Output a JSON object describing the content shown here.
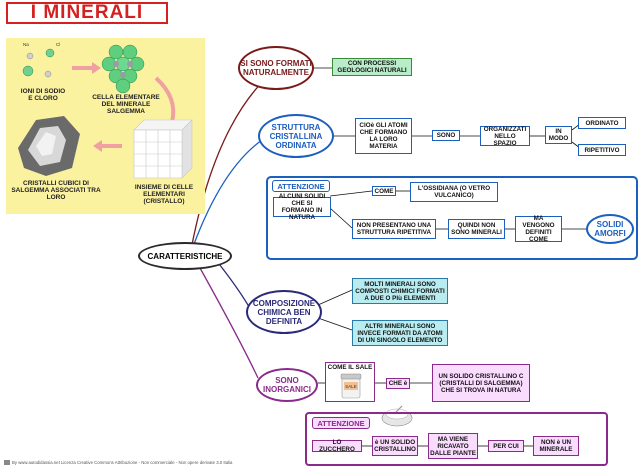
{
  "title": "I MINERALI",
  "illustration": {
    "caption_ions": "IONI DI SODIO E CLORO",
    "caption_cell": "CELLA ELEMENTARE DEL MINERALE SALGEMMA",
    "caption_set": "INSIEME DI CELLE ELEMENTARI (CRISTALLO)",
    "caption_crystals": "CRISTALLI CUBICI DI SALGEMMA ASSOCIATI TRA LORO",
    "ion_na": "Na",
    "ion_cl": "Cl"
  },
  "central": "CARATTERISTICHE",
  "branch1": {
    "label": "SI SONO FORMATI NATURALMENTE",
    "box": "CON PROCESSI GEOLOGICI NATURALI"
  },
  "branch2": {
    "label": "STRUTTURA CRISTALLINA ORDINATA",
    "box1": "CIOè GLI ATOMI CHE FORMANO LA LORO MATERIA",
    "box2": "SONO",
    "box3": "ORGANIZZATI NELLO SPAZIO",
    "box4": "IN MODO",
    "box5": "ORDINATO",
    "box6": "RIPETITIVO"
  },
  "attenzione1": {
    "tag": "ATTENZIONE",
    "box1": "ALCUNI SOLIDI CHE SI FORMANO IN NATURA",
    "box2": "COME",
    "box3": "L'OSSIDIANA (O VETRO VULCANICO)",
    "box4": "NON PRESENTANO UNA STRUTTURA RIPETITIVA",
    "box5": "QUINDI NON SONO MINERALI",
    "box6": "MA VENGONO DEFINITI COME",
    "oval": "SOLIDI AMORFI"
  },
  "branch3": {
    "label": "COMPOSIZIONE CHIMICA BEN DEFINITA",
    "box1": "MOLTI MINERALI SONO COMPOSTI CHIMICI FORMATI A DUE O PIù ELEMENTI",
    "box2": "ALTRI MINERALI SONO INVECE FORMATI DA ATOMI DI UN SINGOLO ELEMENTO"
  },
  "branch4": {
    "label": "SONO INORGANICI",
    "box1": "COME IL SALE",
    "salt_label": "SALE",
    "box2": "CHE è",
    "box3": "UN SOLIDO CRISTALLINO C (CRISTALLI DI SALGEMMA) CHE SI TROVA IN NATURA"
  },
  "attenzione2": {
    "tag": "ATTENZIONE",
    "box1": "LO ZUCCHERO",
    "box2": "è UN SOLIDO CRISTALLINO",
    "box3": "MA VIENE RICAVATO DALLE PIANTE",
    "box4": "PER CUI",
    "box5": "NON è UN MINERALE"
  },
  "footer": "By www.autodidassia.net Licenza Creative Commons Attribuzione - Non commerciale - Non opere derivate 3.0 Italia",
  "colors": {
    "title": "#d62020",
    "branch1": "#7a1a1a",
    "branch2": "#1b5fbf",
    "branch3": "#2a2a7a",
    "branch4": "#8a2a8a",
    "yellow": "#fbf2a0"
  }
}
